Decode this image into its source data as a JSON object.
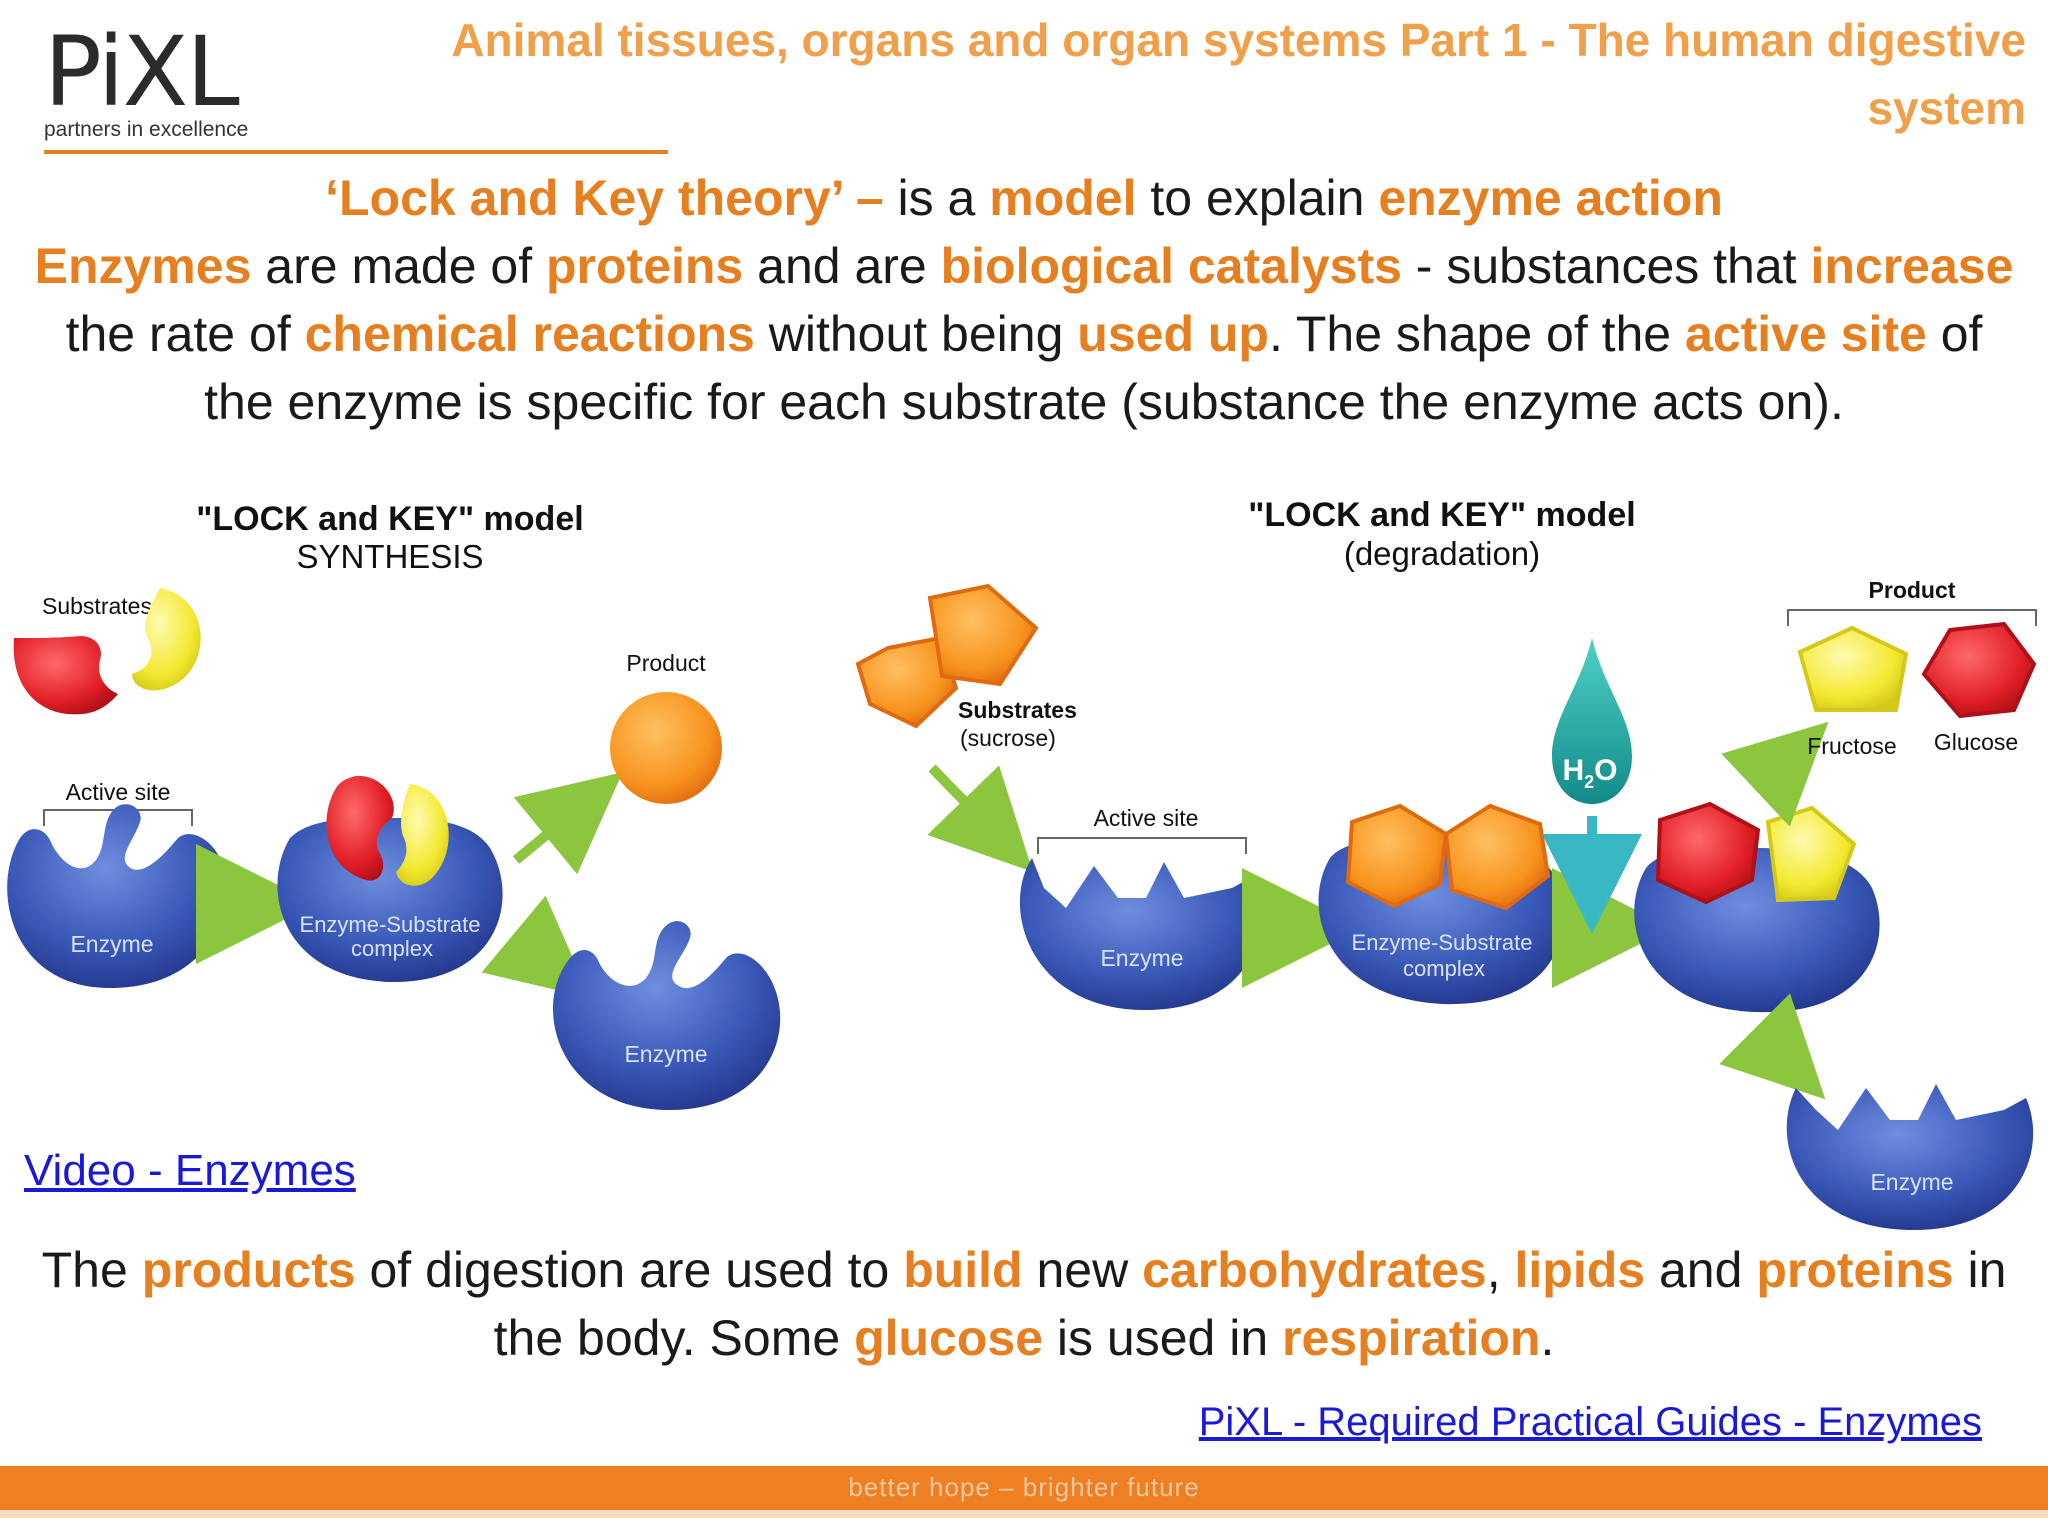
{
  "logo": {
    "mark": "PiXL",
    "tagline": "partners in excellence"
  },
  "title": "Animal tissues, organs and organ systems Part 1 - The human digestive system",
  "intro": {
    "line1": [
      {
        "text": "‘Lock and Key theory’ –",
        "hl": true
      },
      {
        "text": " is a ",
        "hl": false
      },
      {
        "text": "model",
        "hl": true
      },
      {
        "text": " to explain ",
        "hl": false
      },
      {
        "text": "enzyme action",
        "hl": true
      }
    ],
    "body": [
      {
        "text": "Enzymes",
        "hl": true
      },
      {
        "text": " are made of ",
        "hl": false
      },
      {
        "text": "proteins",
        "hl": true
      },
      {
        "text": " and are ",
        "hl": false
      },
      {
        "text": "biological catalysts",
        "hl": true
      },
      {
        "text": " - substances that ",
        "hl": false
      },
      {
        "text": "increase",
        "hl": true
      },
      {
        "text": " the rate of ",
        "hl": false
      },
      {
        "text": "chemical reactions",
        "hl": true
      },
      {
        "text": " without being ",
        "hl": false
      },
      {
        "text": "used up",
        "hl": true
      },
      {
        "text": ". The shape of the ",
        "hl": false
      },
      {
        "text": "active site",
        "hl": true
      },
      {
        "text": " of the enzyme is specific for each substrate (substance the enzyme acts on).",
        "hl": false
      }
    ]
  },
  "diagram": {
    "synthesis": {
      "title": "\"LOCK and KEY\" model",
      "subtitle": "SYNTHESIS",
      "substrates": "Substrates",
      "active_site": "Active site",
      "enzyme": "Enzyme",
      "complex_line1": "Enzyme-Substrate",
      "complex_line2": "complex",
      "product": "Product",
      "enzyme_after": "Enzyme"
    },
    "degradation": {
      "title": "\"LOCK and KEY\" model",
      "subtitle": "(degradation)",
      "substrates": "Substrates",
      "substrates_note": "(sucrose)",
      "active_site": "Active site",
      "enzyme": "Enzyme",
      "complex_line1": "Enzyme-Substrate",
      "complex_line2": "complex",
      "water_main": "H",
      "water_sub": "2",
      "water_end": "O",
      "product": "Product",
      "fructose": "Fructose",
      "glucose": "Glucose",
      "enzyme_after": "Enzyme"
    }
  },
  "video_link": "Video - Enzymes",
  "outro": [
    {
      "text": "The ",
      "hl": false
    },
    {
      "text": "products",
      "hl": true
    },
    {
      "text": " of digestion are used to ",
      "hl": false
    },
    {
      "text": "build",
      "hl": true
    },
    {
      "text": " new ",
      "hl": false
    },
    {
      "text": "carbohydrates",
      "hl": true
    },
    {
      "text": ", ",
      "hl": false
    },
    {
      "text": "lipids",
      "hl": true
    },
    {
      "text": " and ",
      "hl": false
    },
    {
      "text": "proteins",
      "hl": true
    },
    {
      "text": " in the body. Some ",
      "hl": false
    },
    {
      "text": "glucose",
      "hl": true
    },
    {
      "text": " is used in ",
      "hl": false
    },
    {
      "text": "respiration",
      "hl": true
    },
    {
      "text": ".",
      "hl": false
    }
  ],
  "guide_link": "PiXL - Required Practical Guides - Enzymes",
  "footer": "better hope – brighter future",
  "colors": {
    "accent": "#e57f1f",
    "enzyme": "#3a59b8",
    "arrow": "#8cc63f",
    "link": "#1a1ad6"
  }
}
